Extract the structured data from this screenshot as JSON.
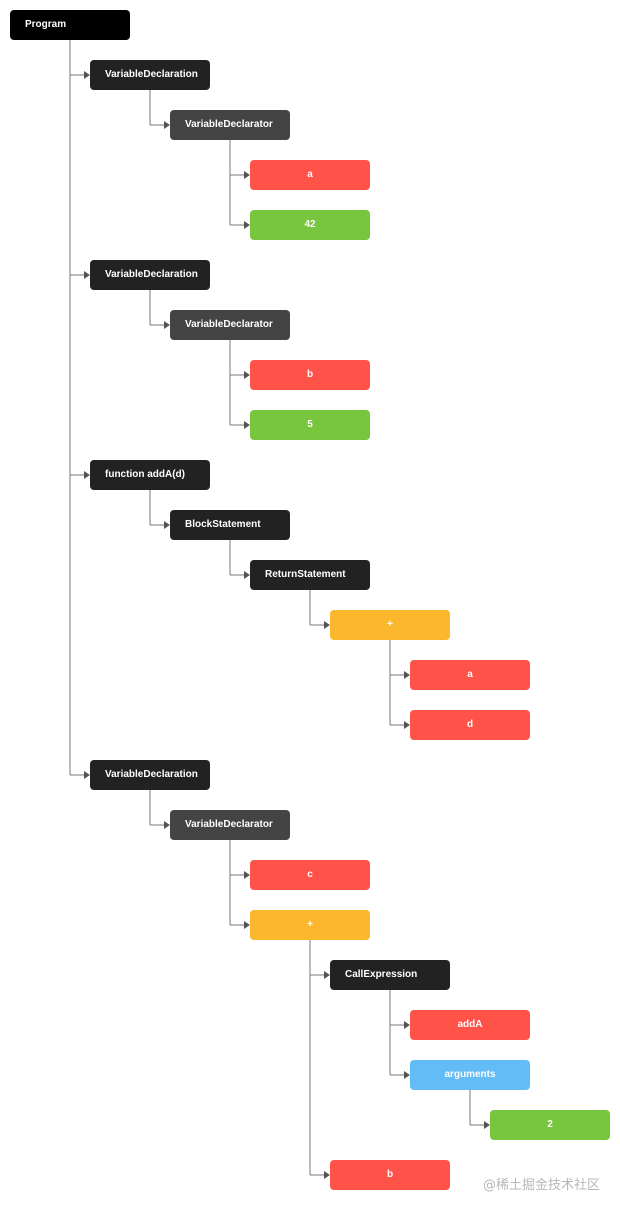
{
  "colors": {
    "statement": "#222222",
    "declarator": "#444444",
    "identifier": "#ff5349",
    "literal": "#78c63d",
    "operator": "#fbb82c",
    "arguments": "#63bcf5",
    "edge": "#777777"
  },
  "nodes": [
    {
      "id": "program",
      "label": "Program",
      "kind": "statement",
      "depth": 0,
      "row": 0,
      "parent": null
    },
    {
      "id": "vdecl-1",
      "label": "VariableDeclaration",
      "kind": "statement",
      "depth": 1,
      "row": 1,
      "parent": "program"
    },
    {
      "id": "vdeclr-1",
      "label": "VariableDeclarator",
      "kind": "declarator",
      "depth": 2,
      "row": 2,
      "parent": "vdecl-1"
    },
    {
      "id": "id-a",
      "label": "a",
      "kind": "identifier",
      "depth": 3,
      "row": 3,
      "parent": "vdeclr-1"
    },
    {
      "id": "lit-42",
      "label": "42",
      "kind": "literal",
      "depth": 3,
      "row": 4,
      "parent": "vdeclr-1"
    },
    {
      "id": "vdecl-2",
      "label": "VariableDeclaration",
      "kind": "statement",
      "depth": 1,
      "row": 5,
      "parent": "program"
    },
    {
      "id": "vdeclr-2",
      "label": "VariableDeclarator",
      "kind": "declarator",
      "depth": 2,
      "row": 6,
      "parent": "vdecl-2"
    },
    {
      "id": "id-b",
      "label": "b",
      "kind": "identifier",
      "depth": 3,
      "row": 7,
      "parent": "vdeclr-2"
    },
    {
      "id": "lit-5",
      "label": "5",
      "kind": "literal",
      "depth": 3,
      "row": 8,
      "parent": "vdeclr-2"
    },
    {
      "id": "func-adda",
      "label": "function addA(d)",
      "kind": "statement",
      "depth": 1,
      "row": 9,
      "parent": "program"
    },
    {
      "id": "block",
      "label": "BlockStatement",
      "kind": "statement",
      "depth": 2,
      "row": 10,
      "parent": "func-adda"
    },
    {
      "id": "return",
      "label": "ReturnStatement",
      "kind": "statement",
      "depth": 3,
      "row": 11,
      "parent": "block"
    },
    {
      "id": "plus-1",
      "label": "+",
      "kind": "operator",
      "depth": 4,
      "row": 12,
      "parent": "return"
    },
    {
      "id": "id-a-2",
      "label": "a",
      "kind": "identifier",
      "depth": 5,
      "row": 13,
      "parent": "plus-1"
    },
    {
      "id": "id-d",
      "label": "d",
      "kind": "identifier",
      "depth": 5,
      "row": 14,
      "parent": "plus-1"
    },
    {
      "id": "vdecl-3",
      "label": "VariableDeclaration",
      "kind": "statement",
      "depth": 1,
      "row": 15,
      "parent": "program"
    },
    {
      "id": "vdeclr-3",
      "label": "VariableDeclarator",
      "kind": "declarator",
      "depth": 2,
      "row": 16,
      "parent": "vdecl-3"
    },
    {
      "id": "id-c",
      "label": "c",
      "kind": "identifier",
      "depth": 3,
      "row": 17,
      "parent": "vdeclr-3"
    },
    {
      "id": "plus-2",
      "label": "+",
      "kind": "operator",
      "depth": 3,
      "row": 18,
      "parent": "vdeclr-3"
    },
    {
      "id": "call",
      "label": "CallExpression",
      "kind": "statement",
      "depth": 4,
      "row": 19,
      "parent": "plus-2"
    },
    {
      "id": "id-adda",
      "label": "addA",
      "kind": "identifier",
      "depth": 5,
      "row": 20,
      "parent": "call"
    },
    {
      "id": "args",
      "label": "arguments",
      "kind": "arguments",
      "depth": 5,
      "row": 21,
      "parent": "call"
    },
    {
      "id": "lit-2",
      "label": "2",
      "kind": "literal",
      "depth": 6,
      "row": 22,
      "parent": "args"
    },
    {
      "id": "id-b-2",
      "label": "b",
      "kind": "identifier",
      "depth": 4,
      "row": 23,
      "parent": "plus-2"
    }
  ],
  "watermark": "@稀土掘金技术社区"
}
